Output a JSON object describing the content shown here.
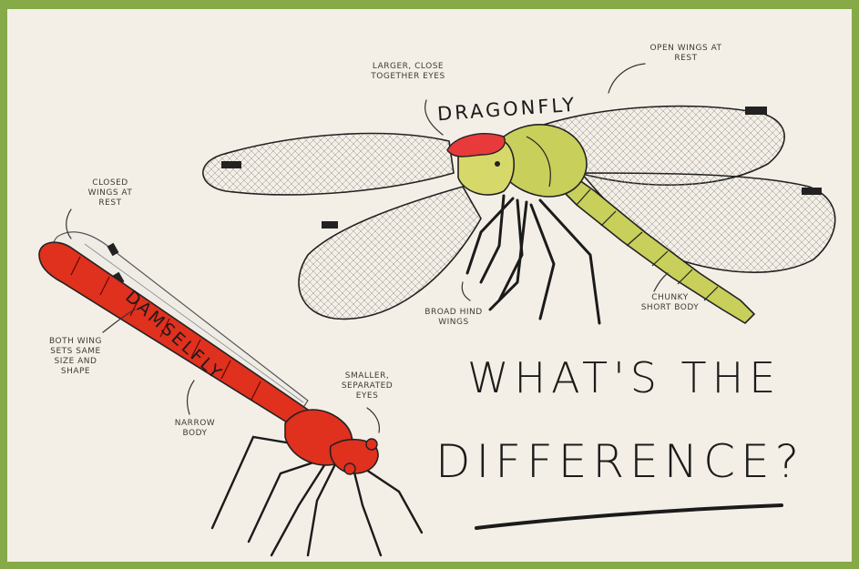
{
  "colors": {
    "frame": "#86aa47",
    "paper": "#f4efe6",
    "damselfly_body": "#e0301e",
    "dragonfly_body": "#c8cf5a",
    "dragonfly_eyes": "#e83a3a",
    "ink": "#1b1b1b"
  },
  "title": {
    "line1": "WHAT'S THE",
    "line2": "DIFFERENCE?"
  },
  "dragonfly": {
    "name": "DRAGONFLY",
    "notes": {
      "eyes": "LARGER, CLOSE TOGETHER EYES",
      "wings": "OPEN WINGS AT REST",
      "hind_wings": "BROAD HIND WINGS",
      "body": "CHUNKY SHORT BODY"
    }
  },
  "damselfly": {
    "name": "DAMSELFLY",
    "notes": {
      "wings_rest": "CLOSED WINGS AT REST",
      "wing_sets": "BOTH WING SETS SAME SIZE AND SHAPE",
      "body": "NARROW BODY",
      "eyes": "SMALLER, SEPARATED EYES"
    }
  }
}
